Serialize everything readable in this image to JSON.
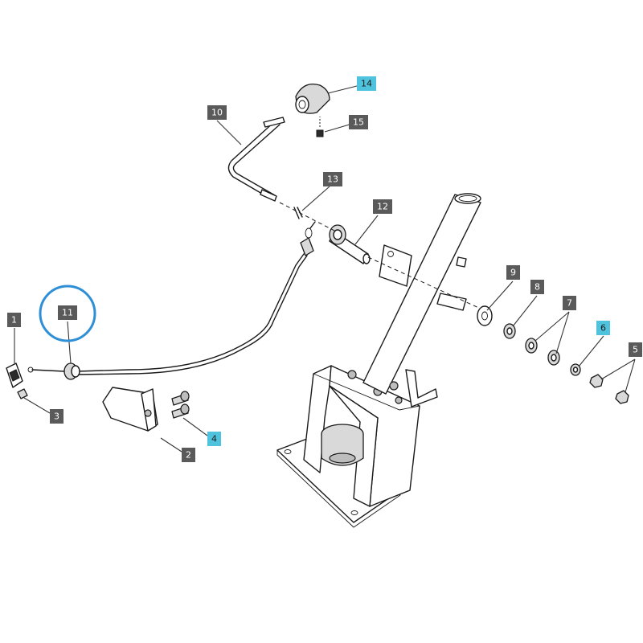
{
  "callouts": [
    {
      "label": "1",
      "highlighted": false
    },
    {
      "label": "2",
      "highlighted": false
    },
    {
      "label": "3",
      "highlighted": false
    },
    {
      "label": "4",
      "highlighted": true
    },
    {
      "label": "5",
      "highlighted": false
    },
    {
      "label": "6",
      "highlighted": true
    },
    {
      "label": "7",
      "highlighted": false
    },
    {
      "label": "8",
      "highlighted": false
    },
    {
      "label": "9",
      "highlighted": false
    },
    {
      "label": "10",
      "highlighted": false
    },
    {
      "label": "11",
      "highlighted": false,
      "circled": true
    },
    {
      "label": "12",
      "highlighted": false
    },
    {
      "label": "13",
      "highlighted": false
    },
    {
      "label": "14",
      "highlighted": true
    },
    {
      "label": "15",
      "highlighted": false
    }
  ],
  "colors": {
    "tag_default": "#5a5a5a",
    "tag_highlight": "#4fc3dd",
    "circle_highlight": "#2e8fd6",
    "line": "#1a1a1a"
  }
}
